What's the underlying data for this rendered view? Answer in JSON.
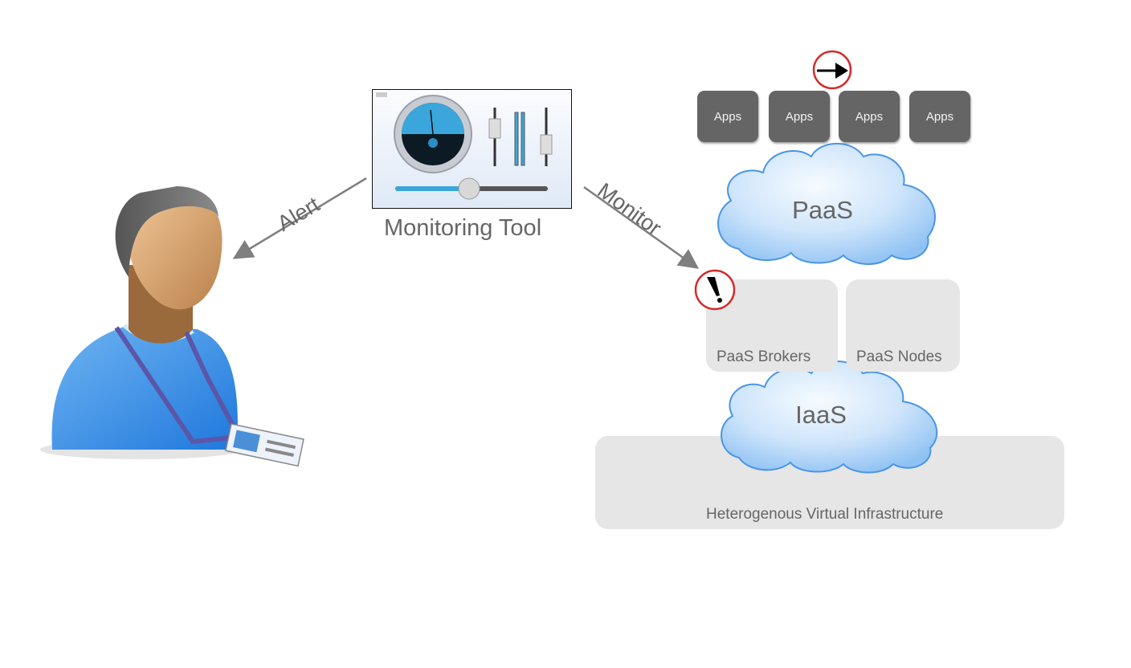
{
  "diagram": {
    "monitoring_tool": {
      "label": "Monitoring Tool",
      "icon": "control-panel-gauge-icon"
    },
    "user": {
      "icon": "user-with-badge-icon"
    },
    "edges": {
      "alert": "Alert",
      "monitor": "Monitor"
    },
    "apps": [
      "Apps",
      "Apps",
      "Apps",
      "Apps"
    ],
    "paas_cloud": "PaaS",
    "iaas_cloud": "IaaS",
    "paas_brokers": "PaaS Brokers",
    "paas_nodes": "PaaS Nodes",
    "infrastructure": "Heterogenous  Virtual  Infrastructure",
    "markers": {
      "scale_out": "arrow-right-icon",
      "warning": "exclamation-icon"
    },
    "colors": {
      "apps_box": "#656565",
      "gray_box": "#e6e6e6",
      "marker_ring": "#d42a2a",
      "arrow": "#808080",
      "cloud": "#a9d0f7"
    }
  }
}
